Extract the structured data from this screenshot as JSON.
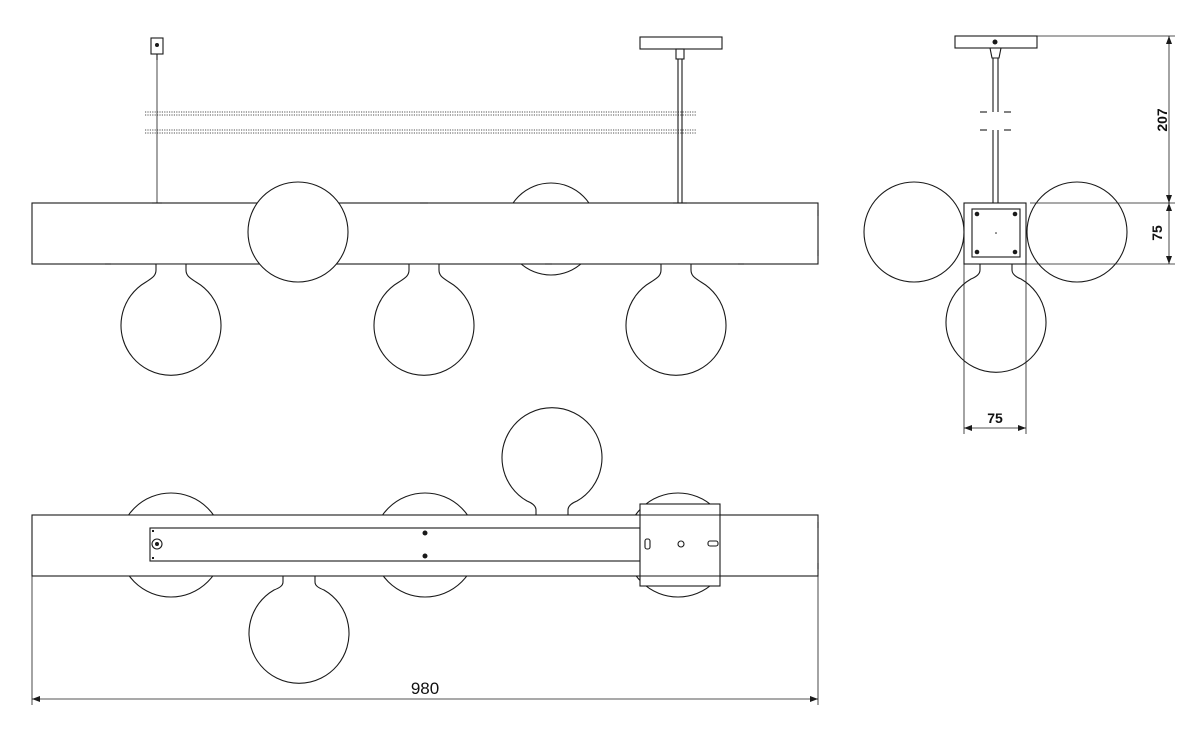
{
  "dimensions": {
    "height_suspension": "207",
    "height_body": "75",
    "width_body": "75",
    "length_total": "980"
  },
  "colors": {
    "line": "#1a1a1a",
    "background": "#ffffff"
  }
}
